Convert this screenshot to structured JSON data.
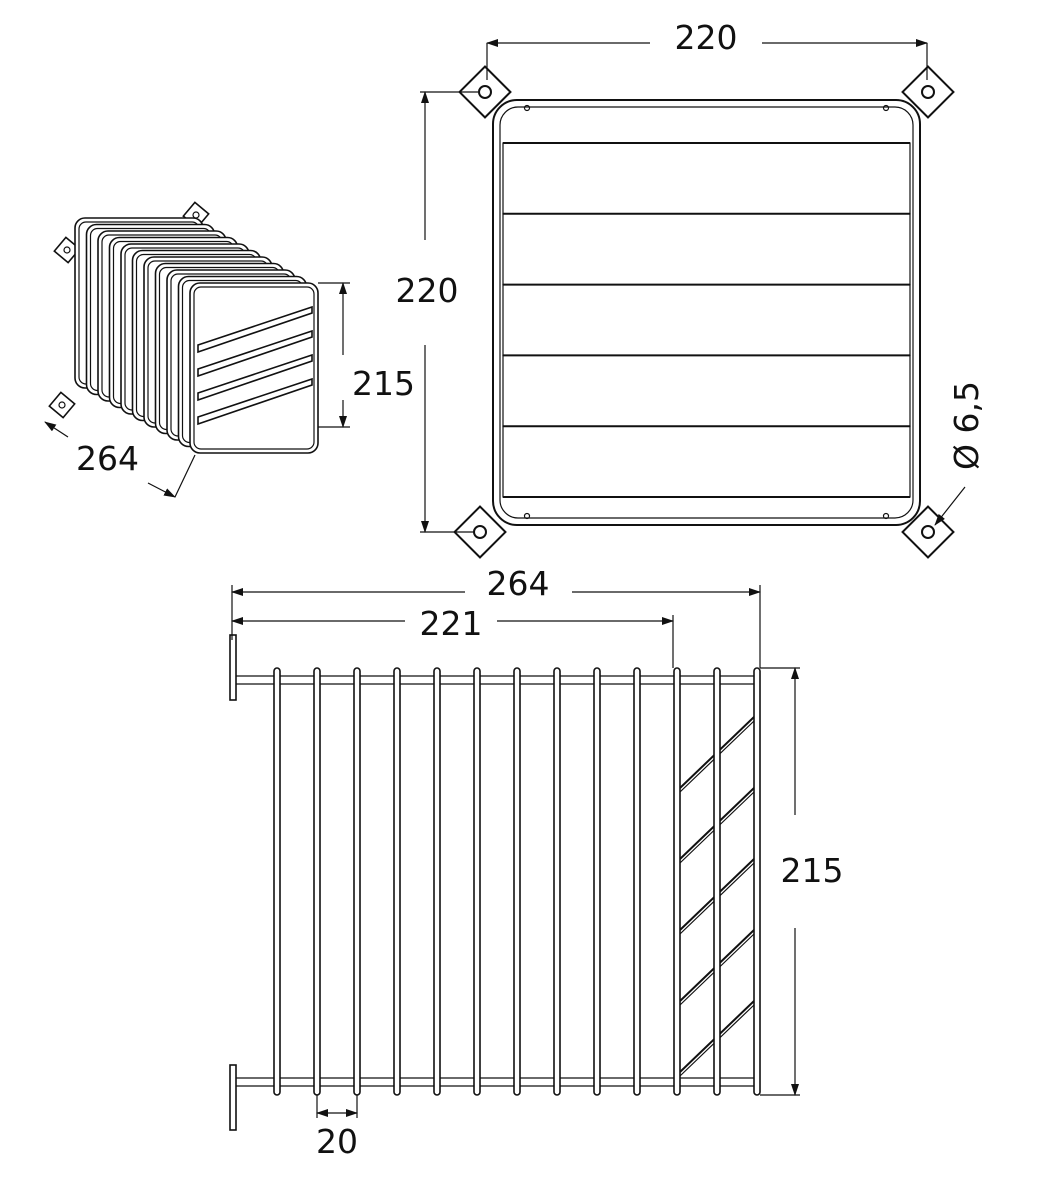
{
  "front_view": {
    "width_label": "220",
    "height_label": "220",
    "hole_label": "Ø 6,5",
    "slat_count": 5
  },
  "iso_view": {
    "height_label": "215",
    "depth_label": "264"
  },
  "side_view": {
    "total_length_label": "264",
    "inner_length_label": "221",
    "height_label": "215",
    "pitch_label": "20",
    "rod_count": 13
  },
  "colors": {
    "line": "#111111",
    "background": "#ffffff"
  }
}
